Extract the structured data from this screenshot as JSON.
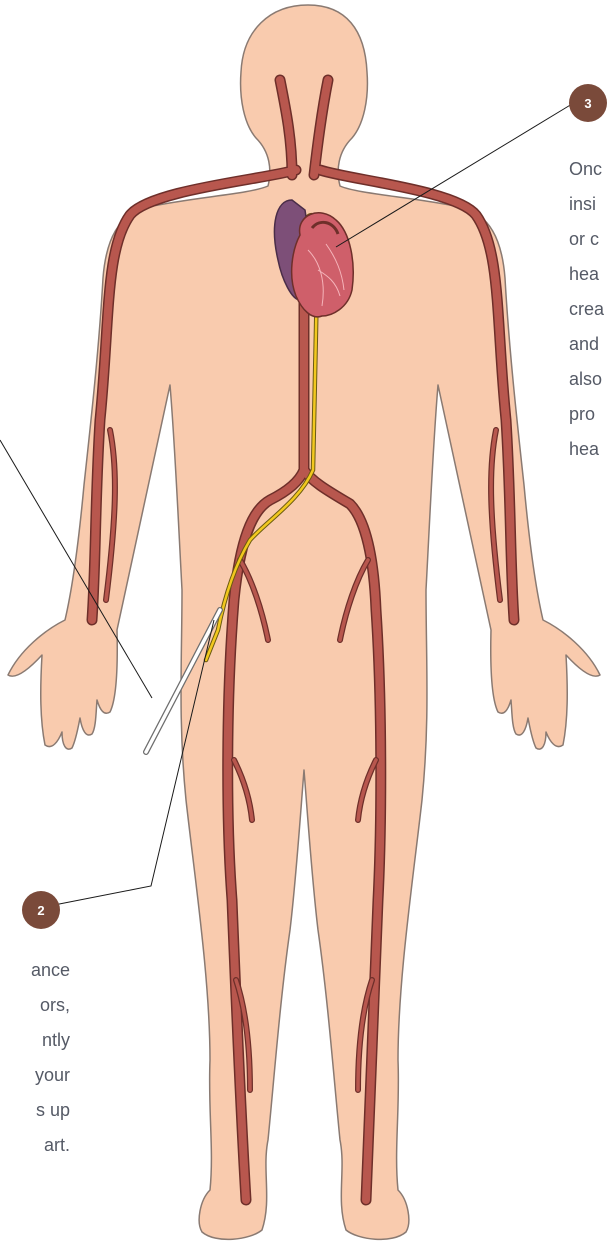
{
  "callouts": [
    {
      "number": "3",
      "lines": [
        "Onc",
        "insi",
        "or c",
        "hea",
        "crea",
        "and",
        "also",
        "pro",
        "hea"
      ]
    },
    {
      "number": "2",
      "lines": [
        "ance",
        "ors,",
        "ntly",
        "your",
        "s up",
        "art."
      ]
    }
  ],
  "colors": {
    "skin": "#f9cbae",
    "skin_outline": "#8a7a72",
    "artery": "#b8574e",
    "artery_outline": "#6e2f2a",
    "catheter": "#f2c81e",
    "heart": "#cf5f6a",
    "heart_dark": "#7d4f78",
    "badge": "#7a4a3a",
    "text": "#555a66"
  },
  "icons": [
    "human-body-illustration",
    "heart-icon",
    "catheter-icon"
  ]
}
